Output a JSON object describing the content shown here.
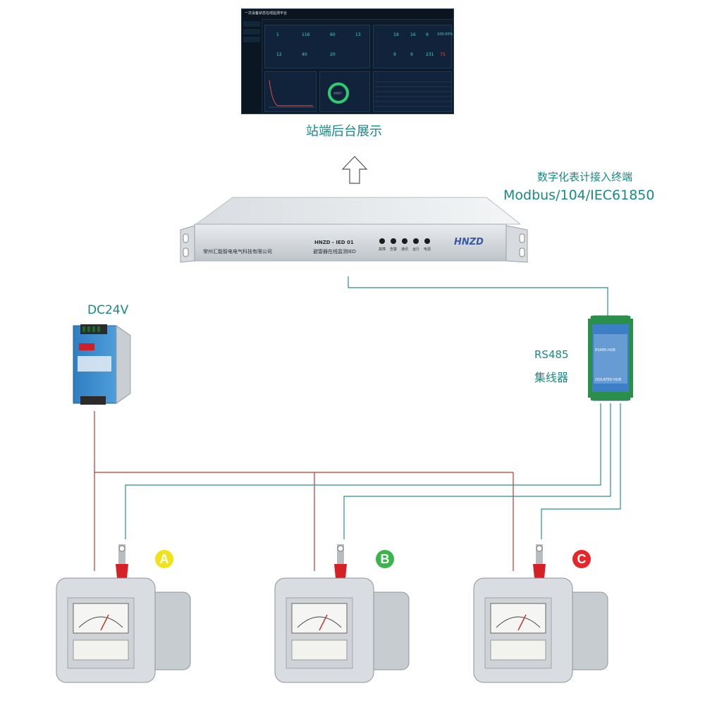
{
  "labels": {
    "backend": "站端后台展示",
    "terminal_line1": "数字化表计接入终端",
    "terminal_line2": "Modbus/104/IEC61850",
    "power": "DC24V",
    "rs485_line1": "RS485",
    "rs485_line2": "集线器"
  },
  "ied": {
    "company": "常州汇能智电电气科技有限公司",
    "model": "HNZD - IED 01",
    "name": "避雷器在线监测IED",
    "brand": "HNZD",
    "leds": [
      "故障",
      "告警",
      "通讯",
      "运行",
      "电源"
    ]
  },
  "hub": {
    "title": "RS485-HUB",
    "subtitle": "ISOLATED HUB"
  },
  "dashboard": {
    "title": "一次设备状态在线监测平台",
    "kpis_left": [
      "1",
      "116",
      "60",
      "13",
      "12",
      "40",
      "20"
    ],
    "kpis_right": [
      "19",
      "16",
      "9",
      "100.00%",
      "9",
      "9",
      "231",
      "75"
    ],
    "ring_label": "在线运行"
  },
  "meters": [
    {
      "letter": "A",
      "color": "#f2e21a"
    },
    {
      "letter": "B",
      "color": "#39b54a"
    },
    {
      "letter": "C",
      "color": "#e8262a"
    }
  ],
  "colors": {
    "caption": "#168a84",
    "power_wire": "#c0392b",
    "signal_wire": "#2a8f8a"
  }
}
